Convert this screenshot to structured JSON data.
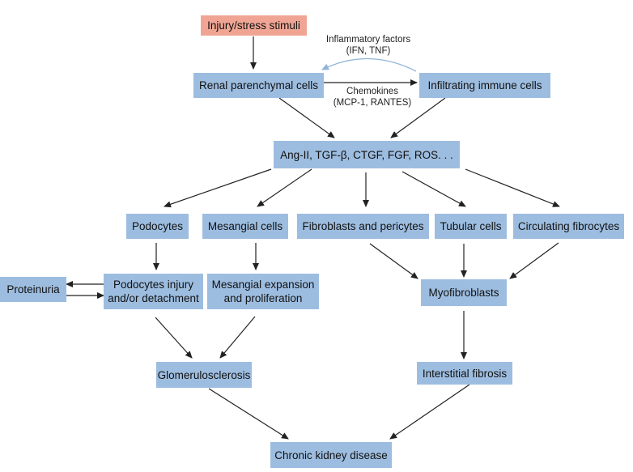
{
  "nodes": {
    "injury": "Injury/stress stimuli",
    "renal": "Renal parenchymal cells",
    "infiltrating": "Infiltrating immune cells",
    "mediators": "Ang-II, TGF-β, CTGF, FGF, ROS. . .",
    "podocytes": "Podocytes",
    "mesangial": "Mesangial cells",
    "fibroblasts": "Fibroblasts and pericytes",
    "tubular": "Tubular cells",
    "fibrocytes": "Circulating fibrocytes",
    "proteinuria": "Proteinuria",
    "podo_injury": [
      "Podocytes injury",
      "and/or detachment"
    ],
    "mesangial_exp": [
      "Mesangial expansion",
      "and proliferation"
    ],
    "myofibroblasts": "Myofibroblasts",
    "glomerulosclerosis": "Glomerulosclerosis",
    "interstitial": "Interstitial fibrosis",
    "ckd": "Chronic kidney disease"
  },
  "labels": {
    "inflammatory": [
      "Inflammatory factors",
      "(IFN, TNF)"
    ],
    "chemokines": [
      "Chemokines",
      "(MCP-1, RANTES)"
    ]
  },
  "colors": {
    "box": "#9dbde0",
    "stimulus_box": "#f0a594",
    "arrow": "#222222",
    "feedback_arrow": "#8fb3d9"
  }
}
